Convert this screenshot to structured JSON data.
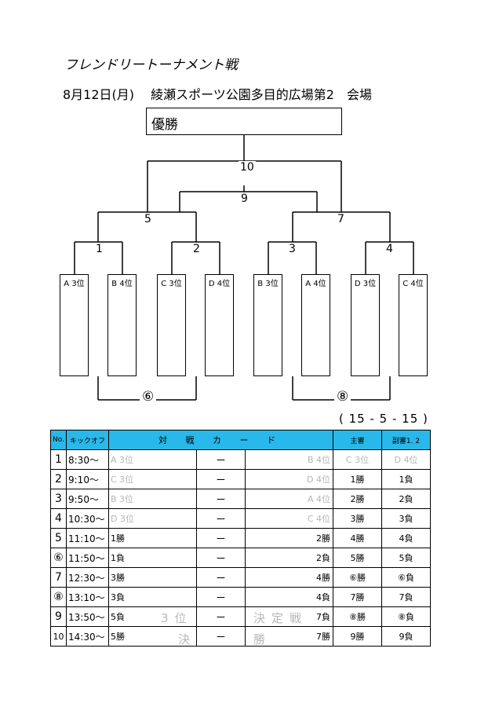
{
  "title": "フレンドリートーナメント戦",
  "subtitle": "8月12日(月)　 綾瀬スポーツ公園多目的広場第2　会場",
  "champion": "優勝",
  "bracket": {
    "match_numbers": [
      "1",
      "2",
      "3",
      "4",
      "5",
      "7",
      "9",
      "10"
    ],
    "circled": [
      "⑥",
      "⑧"
    ]
  },
  "teams": [
    "A 3位",
    "B 4位",
    "C 3位",
    "D 4位",
    "B 3位",
    "A 4位",
    "D 3位",
    "C 4位"
  ],
  "score": "( 15 - 5 - 15 )",
  "table": {
    "headers": {
      "no": "No.",
      "kickoff": "キックオフ",
      "card": "対 戦 カ ー ド",
      "referee": "主審",
      "assistant": "副審1. 2"
    },
    "rows": [
      {
        "no": "1",
        "time": "8:30～",
        "team1": "A 3位",
        "vs": "ー",
        "team2": "B 4位",
        "ref": "C 3位",
        "asst": "D 4位"
      },
      {
        "no": "2",
        "time": "9:10～",
        "team1": "C 3位",
        "vs": "ー",
        "team2": "D 4位",
        "ref": "1勝",
        "asst": "1負"
      },
      {
        "no": "3",
        "time": "9:50～",
        "team1": "B 3位",
        "vs": "ー",
        "team2": "A 4位",
        "ref": "2勝",
        "asst": "2負"
      },
      {
        "no": "4",
        "time": "10:30～",
        "team1": "D 3位",
        "vs": "ー",
        "team2": "C 4位",
        "ref": "3勝",
        "asst": "3負"
      },
      {
        "no": "5",
        "time": "11:10～",
        "team1": "1勝",
        "vs": "ー",
        "team2": "2勝",
        "ref": "4勝",
        "asst": "4負"
      },
      {
        "no": "⑥",
        "time": "11:50～",
        "team1": "1負",
        "vs": "ー",
        "team2": "2負",
        "ref": "5勝",
        "asst": "5負"
      },
      {
        "no": "7",
        "time": "12:30～",
        "team1": "3勝",
        "vs": "ー",
        "team2": "4勝",
        "ref": "⑥勝",
        "asst": "⑥負"
      },
      {
        "no": "⑧",
        "time": "13:10～",
        "team1": "3負",
        "vs": "ー",
        "team2": "4負",
        "ref": "7勝",
        "asst": "7負"
      },
      {
        "no": "9",
        "time": "13:50～",
        "team1": "5負",
        "vs": "ー",
        "team2": "7負",
        "ref": "⑧勝",
        "asst": "⑧負"
      },
      {
        "no": "10",
        "time": "14:30～",
        "team1": "5勝",
        "vs": "ー",
        "team2": "7勝",
        "ref": "9勝",
        "asst": "9負"
      }
    ],
    "watermarks": {
      "w1": "3位",
      "w2": "決定戦",
      "w3": "決",
      "w4": "勝"
    }
  }
}
